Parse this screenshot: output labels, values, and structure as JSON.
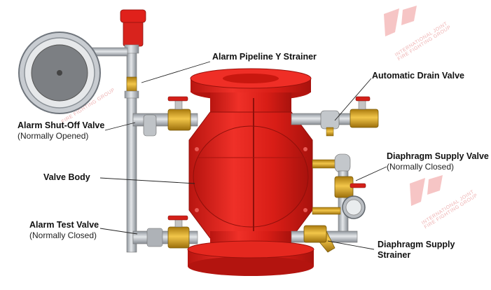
{
  "labels": {
    "y_strainer": "Alarm Pipeline Y Strainer",
    "auto_drain": "Automatic Drain Valve",
    "shutoff": "Alarm Shut-Off Valve",
    "shutoff_note": "(Normally Opened)",
    "diaphragm_valve": "Diaphragm Supply Valve",
    "diaphragm_valve_note": "(Normally Closed)",
    "valve_body": "Valve Body",
    "test_valve": "Alarm Test Valve",
    "test_valve_note": "(Normally Closed)",
    "diaphragm_strainer_1": "Diaphragm Supply",
    "diaphragm_strainer_2": "Strainer"
  },
  "watermark": {
    "line1": "INTERNATIONAL JOINT",
    "line2": "FIRE FIGHTING GROUP"
  },
  "colors": {
    "valve_red": "#e0211b",
    "brass": "#d8a21f",
    "steel": "#b9bec4"
  }
}
